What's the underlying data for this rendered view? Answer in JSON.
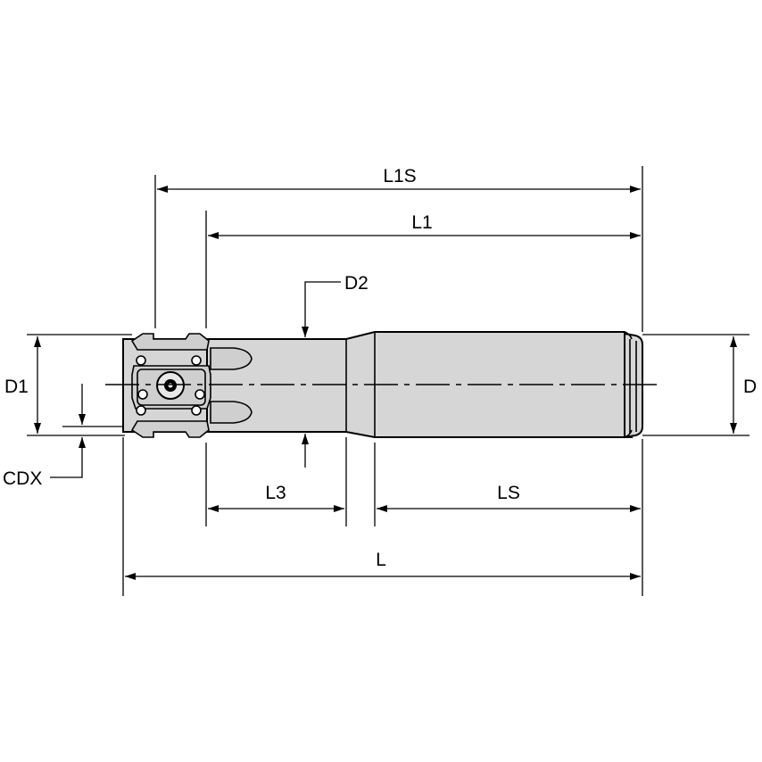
{
  "labels": {
    "L1S": "L1S",
    "L1": "L1",
    "D2": "D2",
    "D1": "D1",
    "D": "D",
    "CDX": "CDX",
    "L3": "L3",
    "LS": "LS",
    "L": "L"
  }
}
